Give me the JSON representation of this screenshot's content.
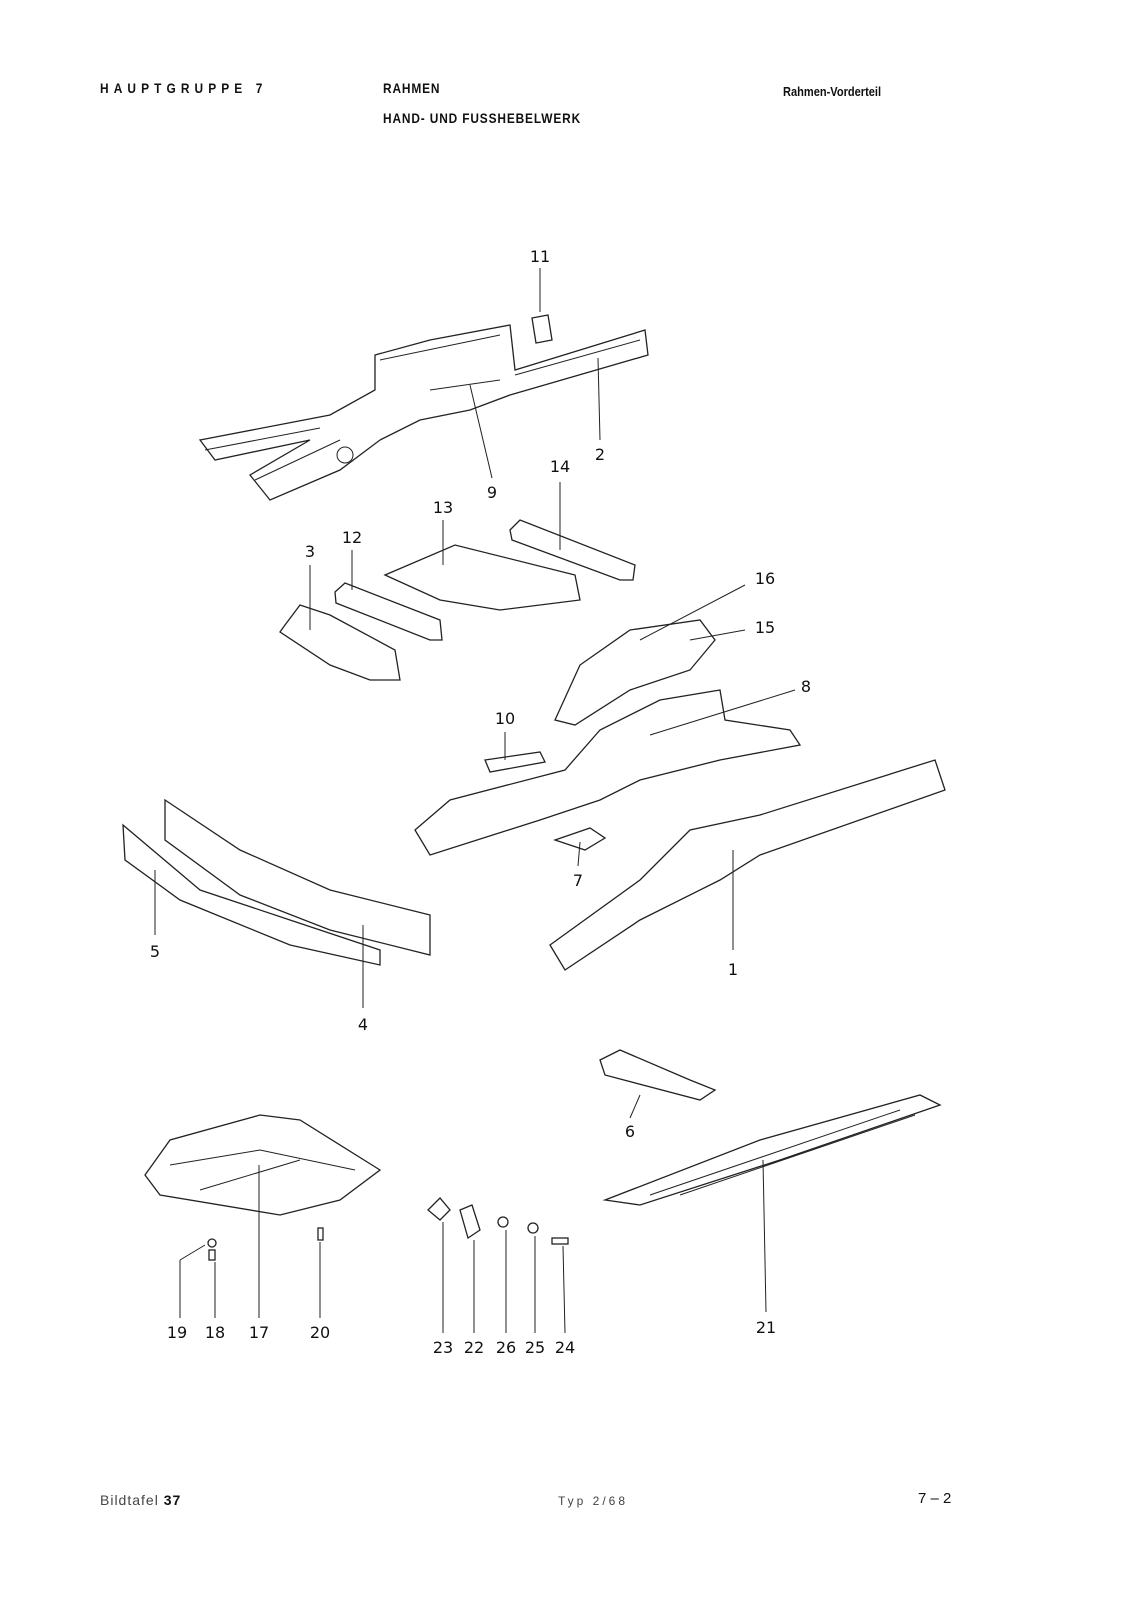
{
  "header": {
    "group": "HAUPTGRUPPE 7",
    "title": "RAHMEN",
    "subtitle": "HAND- UND FUSSHEBELWERK",
    "section": "Rahmen-Vorderteil"
  },
  "footer": {
    "plate_label": "Bildtafel",
    "plate_number": "37",
    "type": "Typ 2/68",
    "page": "7 – 2"
  },
  "callouts": [
    "1",
    "2",
    "3",
    "4",
    "5",
    "6",
    "7",
    "8",
    "9",
    "10",
    "11",
    "12",
    "13",
    "14",
    "15",
    "16",
    "17",
    "18",
    "19",
    "20",
    "21",
    "22",
    "23",
    "24",
    "25",
    "26"
  ]
}
